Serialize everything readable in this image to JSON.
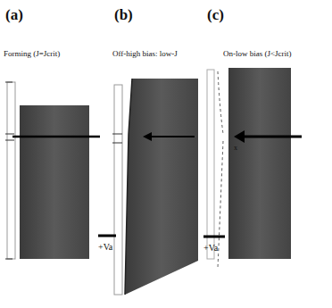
{
  "diagram": {
    "labels": [
      "(a)",
      "(b)",
      "(c)",
      "Forming (J=Jcrit)",
      "Off-high bias: low-J",
      "On-low bias (J<Jcrit)",
      "+Va",
      "+Va",
      "x"
    ]
  }
}
